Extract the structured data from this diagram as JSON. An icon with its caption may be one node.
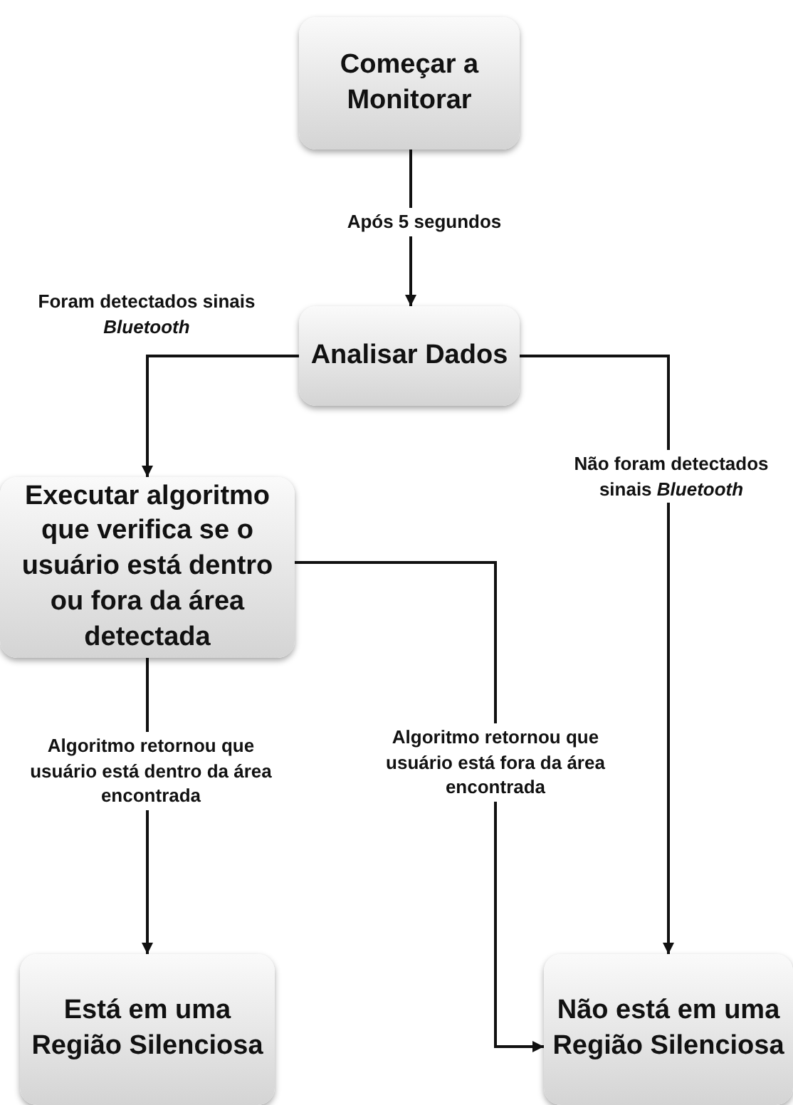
{
  "diagram": {
    "nodes": [
      {
        "text": [
          "Começar a Monitorar"
        ]
      },
      {
        "text": [
          "Analisar Dados"
        ]
      },
      {
        "text": [
          "Executar algoritmo que verifica se o usuário está dentro ou fora da área detectada"
        ]
      },
      {
        "text": [
          "Está em uma Região Silenciosa"
        ]
      },
      {
        "text": [
          "Não está em uma Região Silenciosa"
        ]
      }
    ],
    "edges": [
      {
        "from": 0,
        "to": 1,
        "arrow": "to",
        "label": "Após 5 segundos"
      },
      {
        "from": 1,
        "to": 2,
        "arrow": "to",
        "label": "Foram detectados sinais *Bluetooth*"
      },
      {
        "from": 1,
        "to": 4,
        "arrow": "to",
        "label": "Não foram detectados sinais *Bluetooth*"
      },
      {
        "from": 2,
        "to": 3,
        "arrow": "to",
        "label": "Algoritmo retornou que usuário está dentro da área encontrada"
      },
      {
        "from": 2,
        "to": 4,
        "arrow": "to",
        "label": "Algoritmo retornou que usuário está fora da área encontrada"
      }
    ]
  }
}
